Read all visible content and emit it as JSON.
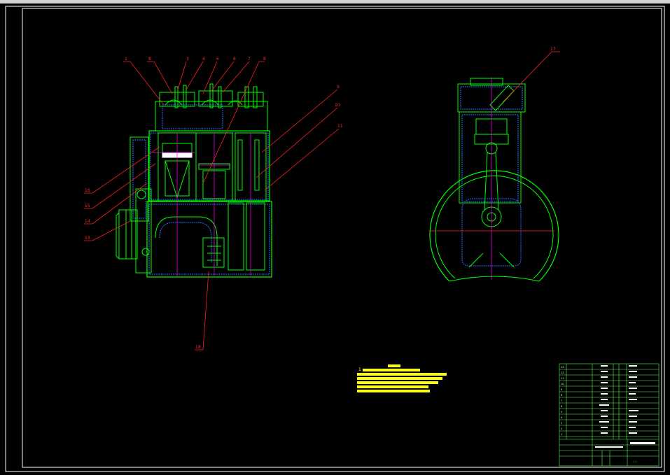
{
  "window": {
    "title": ""
  },
  "drawing": {
    "front_view_callouts": [
      "1",
      "8",
      "3",
      "4",
      "5",
      "6",
      "7",
      "8",
      "9",
      "10",
      "11",
      "16",
      "15",
      "14",
      "13",
      "18"
    ],
    "side_view_callouts": [
      "17"
    ]
  },
  "notes": {
    "first_line_number": "1"
  },
  "title_block": {
    "parts_rows": [
      "13",
      "12",
      "11",
      "10",
      "9",
      "8",
      "7",
      "6",
      "5",
      "4",
      "3",
      "2",
      "1"
    ],
    "sheet_text": "(  )"
  },
  "colors": {
    "background": "#000000",
    "frame": "#ffffff",
    "outline": "#00ff00",
    "hidden": "#2a6bff",
    "leader": "#ff2020",
    "center": "#ff00ff",
    "notes": "#ffff00"
  }
}
